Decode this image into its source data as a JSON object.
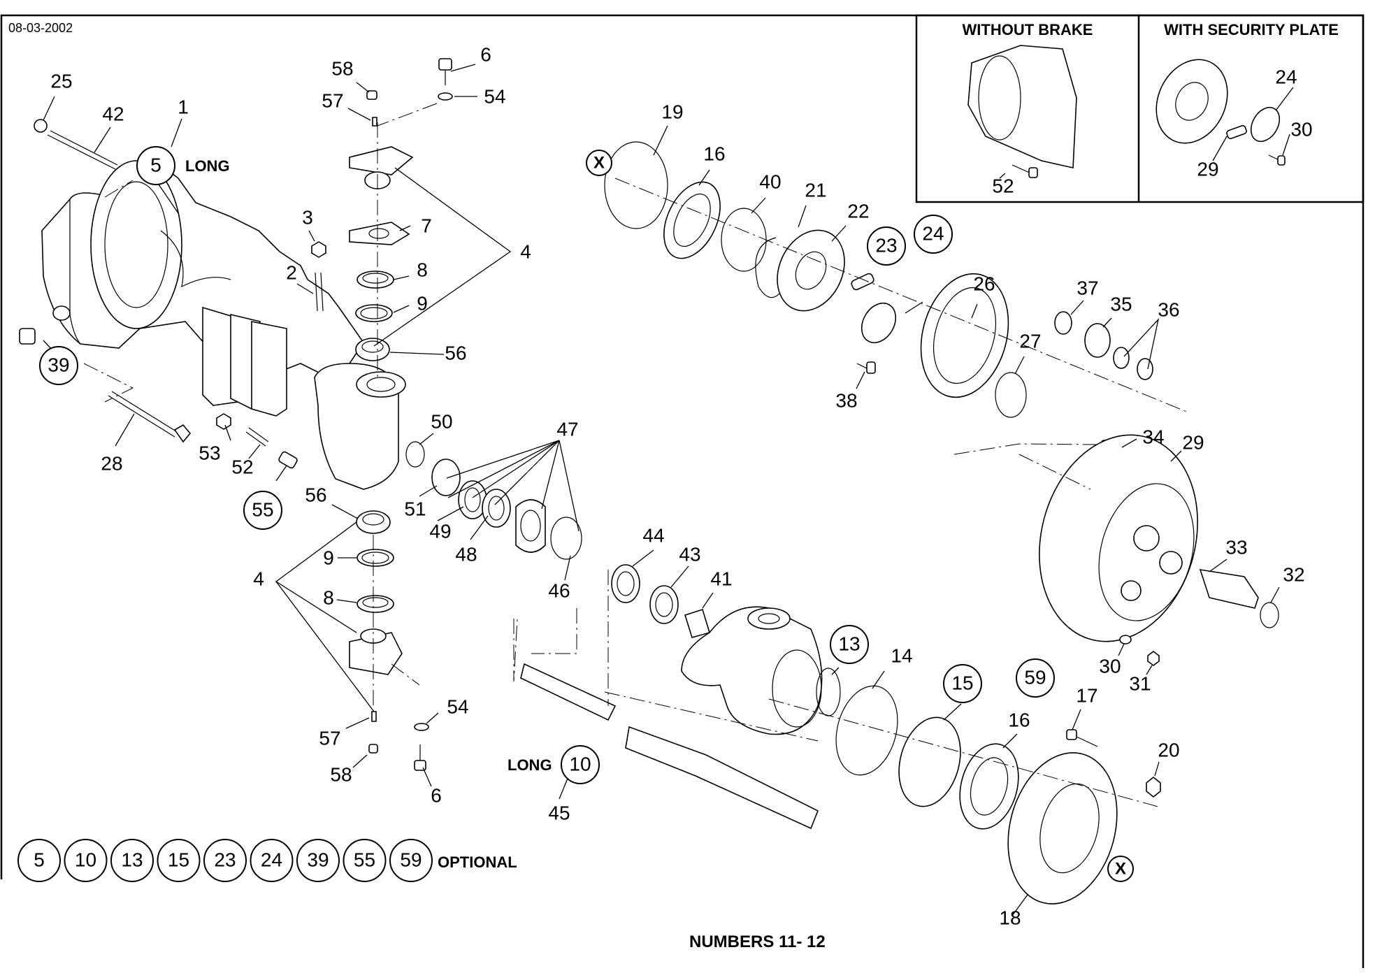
{
  "header": {
    "date": "08-03-2002"
  },
  "insets": [
    {
      "title": "WITHOUT BRAKE",
      "part_numbers": [
        "52"
      ]
    },
    {
      "title": "WITH SECURITY PLATE",
      "part_numbers": [
        "24",
        "30",
        "29"
      ]
    }
  ],
  "labels": {
    "long_top": "LONG",
    "long_bottom": "LONG",
    "optional": "OPTIONAL",
    "marker_x": "X",
    "footer_title": "NUMBERS 11- 12"
  },
  "optional_numbers": [
    "5",
    "10",
    "13",
    "15",
    "23",
    "24",
    "39",
    "55",
    "59"
  ],
  "callouts": [
    {
      "n": "25"
    },
    {
      "n": "42"
    },
    {
      "n": "1"
    },
    {
      "n": "5"
    },
    {
      "n": "39"
    },
    {
      "n": "28"
    },
    {
      "n": "58"
    },
    {
      "n": "6"
    },
    {
      "n": "57"
    },
    {
      "n": "54"
    },
    {
      "n": "7"
    },
    {
      "n": "3"
    },
    {
      "n": "4"
    },
    {
      "n": "8"
    },
    {
      "n": "2"
    },
    {
      "n": "9"
    },
    {
      "n": "56"
    },
    {
      "n": "53"
    },
    {
      "n": "52"
    },
    {
      "n": "55"
    },
    {
      "n": "50"
    },
    {
      "n": "47"
    },
    {
      "n": "51"
    },
    {
      "n": "49"
    },
    {
      "n": "48"
    },
    {
      "n": "46"
    },
    {
      "n": "56"
    },
    {
      "n": "9"
    },
    {
      "n": "4"
    },
    {
      "n": "8"
    },
    {
      "n": "57"
    },
    {
      "n": "54"
    },
    {
      "n": "58"
    },
    {
      "n": "6"
    },
    {
      "n": "19"
    },
    {
      "n": "16"
    },
    {
      "n": "40"
    },
    {
      "n": "21"
    },
    {
      "n": "22"
    },
    {
      "n": "23"
    },
    {
      "n": "24"
    },
    {
      "n": "26"
    },
    {
      "n": "37"
    },
    {
      "n": "35"
    },
    {
      "n": "36"
    },
    {
      "n": "27"
    },
    {
      "n": "38"
    },
    {
      "n": "34"
    },
    {
      "n": "29"
    },
    {
      "n": "33"
    },
    {
      "n": "32"
    },
    {
      "n": "30"
    },
    {
      "n": "31"
    },
    {
      "n": "44"
    },
    {
      "n": "43"
    },
    {
      "n": "41"
    },
    {
      "n": "13"
    },
    {
      "n": "14"
    },
    {
      "n": "15"
    },
    {
      "n": "59"
    },
    {
      "n": "16"
    },
    {
      "n": "17"
    },
    {
      "n": "20"
    },
    {
      "n": "10"
    },
    {
      "n": "45"
    },
    {
      "n": "18"
    }
  ]
}
